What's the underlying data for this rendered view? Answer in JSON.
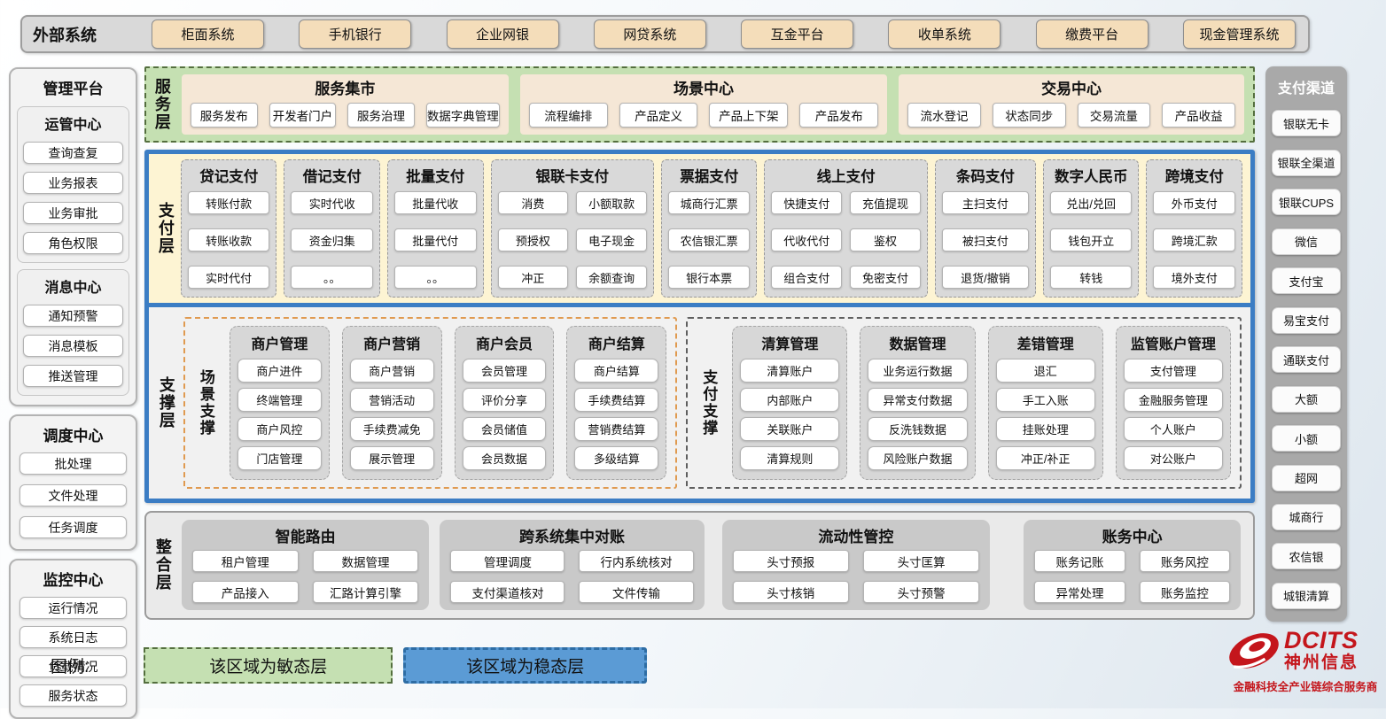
{
  "external_systems": {
    "label": "外部系统",
    "items": [
      "柜面系统",
      "手机银行",
      "企业网银",
      "网贷系统",
      "互金平台",
      "收单系统",
      "缴费平台",
      "现金管理系统"
    ]
  },
  "management_platform": {
    "title": "管理平台",
    "nested": [
      {
        "title": "运管中心",
        "items": [
          "查询查复",
          "业务报表",
          "业务审批",
          "角色权限"
        ]
      },
      {
        "title": "消息中心",
        "items": [
          "通知预警",
          "消息模板",
          "推送管理"
        ]
      }
    ],
    "boxes": [
      {
        "title": "调度中心",
        "items": [
          "批处理",
          "文件处理",
          "任务调度"
        ]
      },
      {
        "title": "监控中心",
        "items": [
          "运行情况",
          "系统日志",
          "负载情况",
          "服务状态"
        ]
      }
    ]
  },
  "service_layer": {
    "label": "服务层",
    "sections": [
      {
        "title": "服务集市",
        "items": [
          "服务发布",
          "开发者门户",
          "服务治理",
          "数据字典管理"
        ]
      },
      {
        "title": "场景中心",
        "items": [
          "流程编排",
          "产品定义",
          "产品上下架",
          "产品发布"
        ]
      },
      {
        "title": "交易中心",
        "items": [
          "流水登记",
          "状态同步",
          "交易流量",
          "产品收益"
        ]
      }
    ]
  },
  "payment_layer": {
    "label": "支付层",
    "columns": [
      {
        "title": "贷记支付",
        "items": [
          "转账付款",
          "转账收款",
          "实时代付"
        ]
      },
      {
        "title": "借记支付",
        "items": [
          "实时代收",
          "资金归集",
          "。。"
        ]
      },
      {
        "title": "批量支付",
        "items": [
          "批量代收",
          "批量代付",
          "。。"
        ]
      },
      {
        "title": "银联卡支付",
        "items": [
          "消费",
          "小额取款",
          "预授权",
          "电子现金",
          "冲正",
          "余额查询"
        ]
      },
      {
        "title": "票据支付",
        "items": [
          "城商行汇票",
          "农信银汇票",
          "银行本票"
        ]
      },
      {
        "title": "线上支付",
        "items": [
          "快捷支付",
          "充值提现",
          "代收代付",
          "鉴权",
          "组合支付",
          "免密支付"
        ]
      },
      {
        "title": "条码支付",
        "items": [
          "主扫支付",
          "被扫支付",
          "退货/撤销"
        ]
      },
      {
        "title": "数字人民币",
        "items": [
          "兑出/兑回",
          "钱包开立",
          "转钱"
        ]
      },
      {
        "title": "跨境支付",
        "items": [
          "外币支付",
          "跨境汇款",
          "境外支付"
        ]
      }
    ]
  },
  "support_layer": {
    "label": "支撑层",
    "groups": [
      {
        "label": "场景支撑",
        "boxes": [
          {
            "title": "商户管理",
            "items": [
              "商户进件",
              "终端管理",
              "商户风控",
              "门店管理"
            ]
          },
          {
            "title": "商户营销",
            "items": [
              "商户营销",
              "营销活动",
              "手续费减免",
              "展示管理"
            ]
          },
          {
            "title": "商户会员",
            "items": [
              "会员管理",
              "评价分享",
              "会员储值",
              "会员数据"
            ]
          },
          {
            "title": "商户结算",
            "items": [
              "商户结算",
              "手续费结算",
              "营销费结算",
              "多级结算"
            ]
          }
        ]
      },
      {
        "label": "支付支撑",
        "boxes": [
          {
            "title": "清算管理",
            "items": [
              "清算账户",
              "内部账户",
              "关联账户",
              "清算规则"
            ]
          },
          {
            "title": "数据管理",
            "items": [
              "业务运行数据",
              "异常支付数据",
              "反洗钱数据",
              "风险账户数据"
            ]
          },
          {
            "title": "差错管理",
            "items": [
              "退汇",
              "手工入账",
              "挂账处理",
              "冲正/补正"
            ]
          },
          {
            "title": "监管账户管理",
            "items": [
              "支付管理",
              "金融服务管理",
              "个人账户",
              "对公账户"
            ]
          }
        ]
      }
    ]
  },
  "integration_layer": {
    "label": "整合层",
    "sections": [
      {
        "title": "智能路由",
        "items": [
          "租户管理",
          "数据管理",
          "产品接入",
          "汇路计算引擎"
        ]
      },
      {
        "title": "跨系统集中对账",
        "items": [
          "管理调度",
          "行内系统核对",
          "支付渠道核对",
          "文件传输"
        ]
      },
      {
        "title": "流动性管控",
        "items": [
          "头寸预报",
          "头寸匡算",
          "头寸核销",
          "头寸预警"
        ]
      },
      {
        "title": "账务中心",
        "items": [
          "账务记账",
          "账务风控",
          "异常处理",
          "账务监控"
        ]
      }
    ]
  },
  "payment_channels": {
    "title": "支付渠道",
    "items": [
      "银联无卡",
      "银联全渠道",
      "银联CUPS",
      "微信",
      "支付宝",
      "易宝支付",
      "通联支付",
      "大额",
      "小额",
      "超网",
      "城商行",
      "农信银",
      "城银清算"
    ]
  },
  "legend": {
    "label": "图例:",
    "agile": "该区域为敏态层",
    "stable": "该区域为稳态层"
  },
  "logo": {
    "brand": "DCITS",
    "name": "神州信息",
    "tagline": "金融科技全产业链综合服务商"
  },
  "colors": {
    "agile_fill": "#c5e0b2",
    "agile_border": "#546f3e",
    "stable_fill": "#5b9bd5",
    "stable_border": "#3b7dc4",
    "payment_fill": "#fdf4d3",
    "tan_chip": "#f4ddba",
    "brand_red": "#c4161c"
  }
}
